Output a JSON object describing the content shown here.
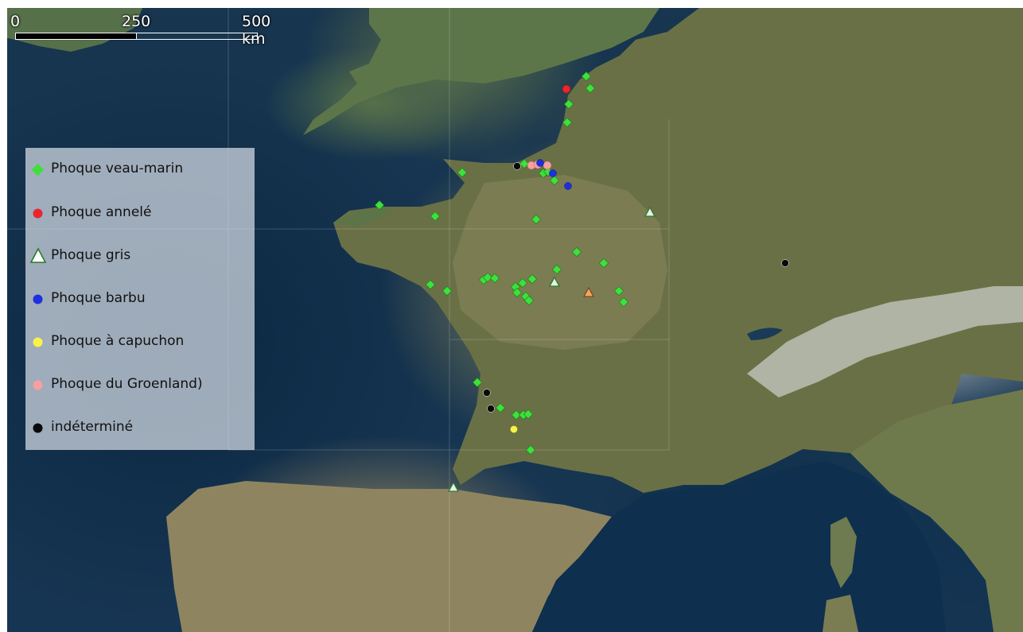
{
  "scalebar": {
    "labels": [
      "0",
      "250",
      "500 km"
    ]
  },
  "legend": {
    "items": [
      {
        "label": "Phoque veau-marin",
        "symbol": "diamond",
        "color": "#3ee03c"
      },
      {
        "label": "Phoque annelé",
        "symbol": "circle",
        "color": "#e8262d"
      },
      {
        "label": "Phoque gris",
        "symbol": "triangle",
        "color": "#ffffff",
        "stroke": "#2b7a2b"
      },
      {
        "label": "Phoque barbu",
        "symbol": "circle",
        "color": "#1e2fe0"
      },
      {
        "label": "Phoque à capuchon",
        "symbol": "circle",
        "color": "#f7f24a"
      },
      {
        "label": "Phoque du Groenland)",
        "symbol": "circle",
        "color": "#f6a0a0"
      },
      {
        "label": "indéterminé",
        "symbol": "circle",
        "color": "#0a0a0a"
      }
    ]
  },
  "colors": {
    "veau_marin": "#3ee03c",
    "annele": "#e8262d",
    "gris": "#ffffff",
    "barbu": "#1e2fe0",
    "capuchon": "#f7f24a",
    "groenland": "#f6a0a0",
    "indetermine": "#0a0a0a",
    "orange_triangle": "#f4a460"
  }
}
